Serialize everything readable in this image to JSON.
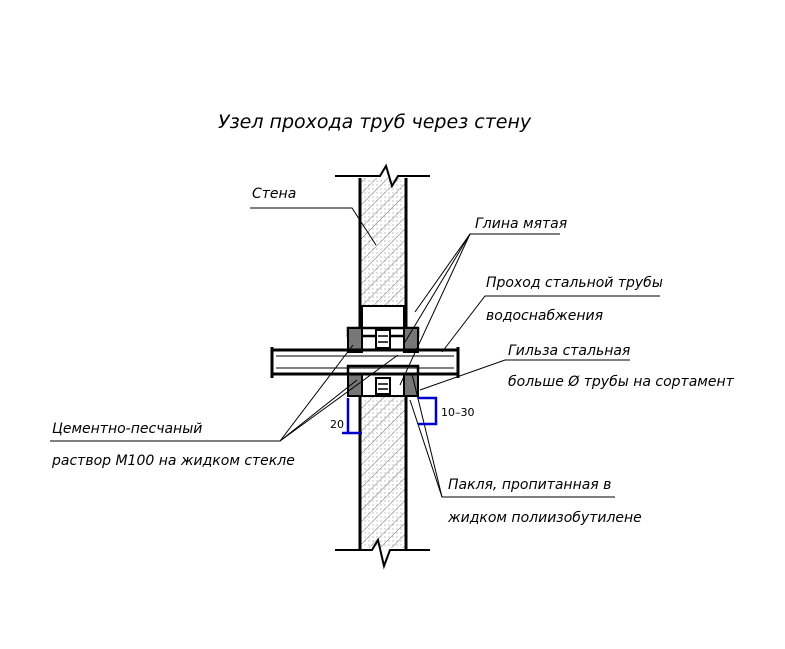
{
  "title": "Узел прохода труб через стену",
  "labels": {
    "wall": "Стена",
    "clay": "Глина мятая",
    "pipe_line1": "Проход стальной трубы",
    "pipe_line2": "водоснабжения",
    "sleeve_line1": "Гильза стальная",
    "sleeve_line2": "больше Ø трубы на сортамент",
    "mortar_line1": "Цементно-песчаный",
    "mortar_line2": "раствор М100 на жидком стекле",
    "tow_line1": "Пакля, пропитанная в",
    "tow_line2": "жидком полиизобутилене"
  },
  "dimensions": {
    "left": "20",
    "right": "10–30"
  },
  "colors": {
    "line": "#000000",
    "dimension": "#0000cc"
  }
}
